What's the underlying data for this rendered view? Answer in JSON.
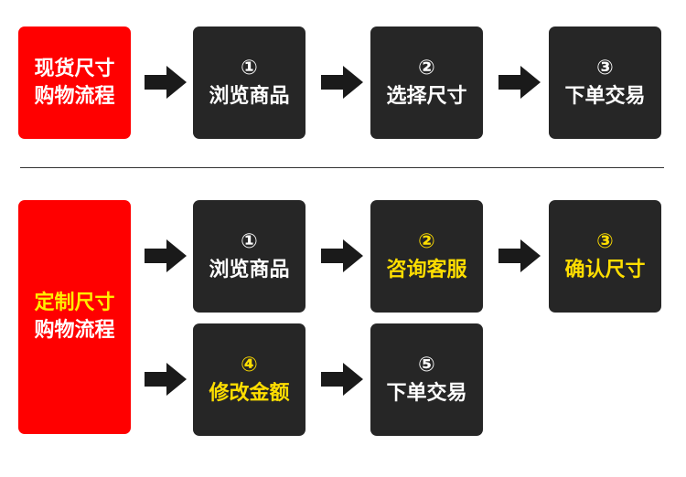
{
  "colors": {
    "label_bg": "#ff0000",
    "step_bg": "#262626",
    "text_white": "#ffffff",
    "highlight_yellow": "#ffde00",
    "arrow": "#1a1a1a",
    "divider": "#333333"
  },
  "stock_flow": {
    "label_line1": "现货尺寸",
    "label_line2": "购物流程",
    "steps": [
      {
        "num": "①",
        "text": "浏览商品"
      },
      {
        "num": "②",
        "text": "选择尺寸"
      },
      {
        "num": "③",
        "text": "下单交易"
      }
    ]
  },
  "custom_flow": {
    "label_line1": "定制尺寸",
    "label_line2": "购物流程",
    "steps": [
      {
        "num": "①",
        "text": "浏览商品",
        "highlight": false
      },
      {
        "num": "②",
        "text": "咨询客服",
        "highlight": true
      },
      {
        "num": "③",
        "text": "确认尺寸",
        "highlight": true
      },
      {
        "num": "④",
        "text": "修改金额",
        "highlight": true
      },
      {
        "num": "⑤",
        "text": "下单交易",
        "highlight": false
      }
    ]
  }
}
